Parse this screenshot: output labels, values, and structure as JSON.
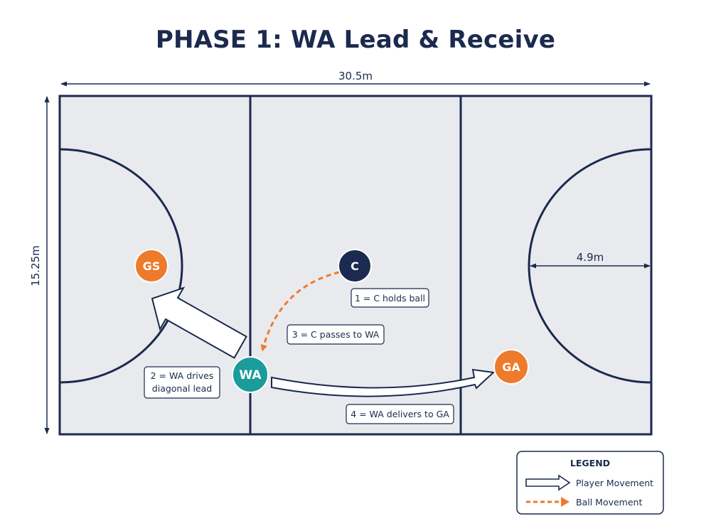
{
  "title": "PHASE 1: WA Lead & Receive",
  "dimensions": {
    "width_label": "30.5m",
    "height_label": "15.25m",
    "circle_label": "4.9m"
  },
  "players": {
    "gs": "GS",
    "c": "C",
    "wa": "WA",
    "ga": "GA"
  },
  "annotations": {
    "step1": "1 = C holds ball",
    "step2_line1": "2 = WA drives",
    "step2_line2": "diagonal lead",
    "step3": "3 = C passes to WA",
    "step4": "4 = WA delivers to GA"
  },
  "legend": {
    "title": "LEGEND",
    "player_movement": "Player Movement",
    "ball_movement": "Ball Movement"
  },
  "colors": {
    "navy": "#1b2a4e",
    "orange": "#ee7a2b",
    "teal": "#1a9c9b",
    "court": "#e9eaee"
  }
}
